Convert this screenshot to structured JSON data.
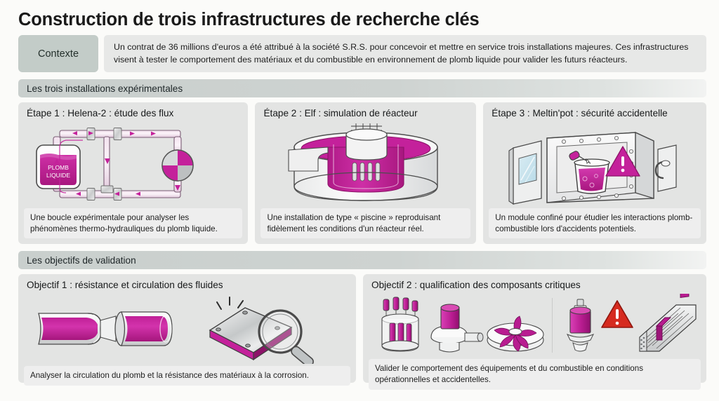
{
  "title": "Construction de trois infrastructures de recherche clés",
  "context": {
    "label": "Contexte",
    "text": "Un contrat de 36 millions d'euros a été attribué à la société S.R.S. pour concevoir et mettre en service trois installations majeures. Ces infrastructures visent à tester le comportement des matériaux et du combustible en environnement de plomb liquide pour valider les futurs réacteurs."
  },
  "sections": {
    "installations": "Les trois installations expérimentales",
    "objectifs": "Les objectifs de validation"
  },
  "installations": [
    {
      "title": "Étape 1 : Helena-2 : étude des flux",
      "caption": "Une boucle expérimentale pour analyser les phénomènes thermo-hydrauliques du plomb liquide.",
      "tank_label_line1": "PLOMB",
      "tank_label_line2": "LIQUIDE"
    },
    {
      "title": "Étape 2 : Elf : simulation de réacteur",
      "caption": "Une installation de type « piscine » reproduisant fidèlement les conditions d'un réacteur réel."
    },
    {
      "title": "Étape 3 : Meltin'pot : sécurité accidentelle",
      "caption": "Un module confiné pour étudier les interactions plomb-combustible lors d'accidents potentiels."
    }
  ],
  "objectifs": [
    {
      "title": "Objectif 1 : résistance et circulation des fluides",
      "caption": "Analyser la circulation du plomb et la résistance des matériaux à la corrosion."
    },
    {
      "title": "Objectif 2 : qualification des composants critiques",
      "caption": "Valider le comportement des équipements et du combustible en conditions opérationnelles et accidentelles."
    }
  ],
  "colors": {
    "magenta": "#C4219B",
    "magenta_dark": "#9C1478",
    "magenta_light": "#D94CB4",
    "page_background": "#FBFBF9",
    "panel_background": "#E3E4E3",
    "caption_background": "#EEEEEE",
    "chip_background": "#C3CCC8",
    "warning_red": "#D62B1F",
    "metal_grey": "#BFC3C4",
    "outline": "#4A4A4A"
  }
}
